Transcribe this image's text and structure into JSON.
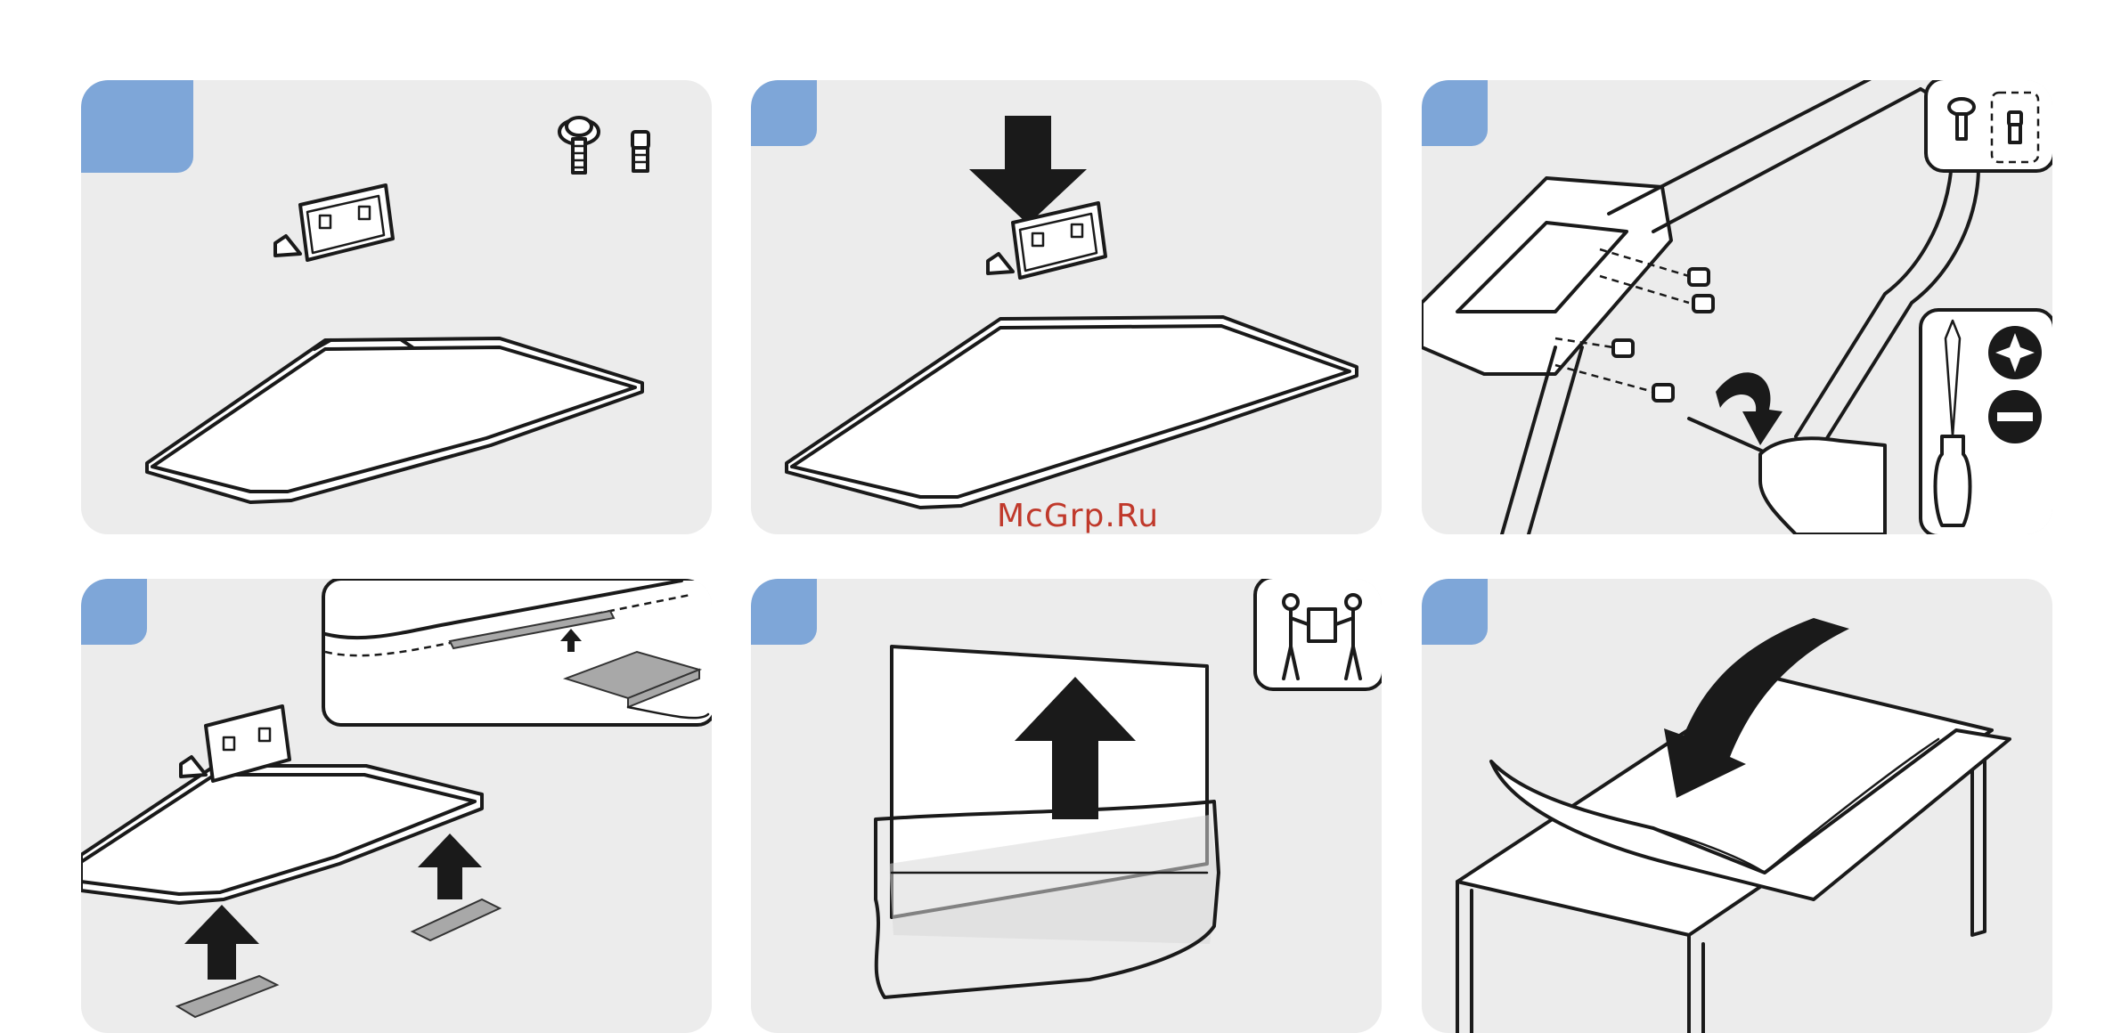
{
  "watermark": "McGrp.Ru",
  "colors": {
    "panel_bg": "#ececec",
    "step_badge": "#7ea6d8",
    "ink": "#1a1a1a",
    "watermark": "#c0392b"
  },
  "steps": [
    {
      "panel": "stand-parts",
      "icons": [
        "bracket-icon",
        "screw-icon",
        "stand-frame-icon"
      ]
    },
    {
      "panel": "attach-bracket",
      "icons": [
        "arrow-down-icon",
        "arrow-up-icon"
      ]
    },
    {
      "panel": "fasten-screws",
      "icons": [
        "screw-callout-icon",
        "phillips-screwdriver-icon",
        "phillips-head-icon",
        "flat-head-icon",
        "rotate-arrow-icon",
        "hand-icon"
      ]
    },
    {
      "panel": "apply-pads",
      "icons": [
        "pad-detail-icon",
        "arrow-up-icon",
        "pad-strip-icon"
      ]
    },
    {
      "panel": "unpack-tv",
      "icons": [
        "two-person-lift-icon",
        "arrow-up-icon",
        "tv-bag-icon"
      ]
    },
    {
      "panel": "lay-cloth",
      "icons": [
        "curved-arrow-icon",
        "table-icon",
        "cloth-icon"
      ]
    }
  ]
}
